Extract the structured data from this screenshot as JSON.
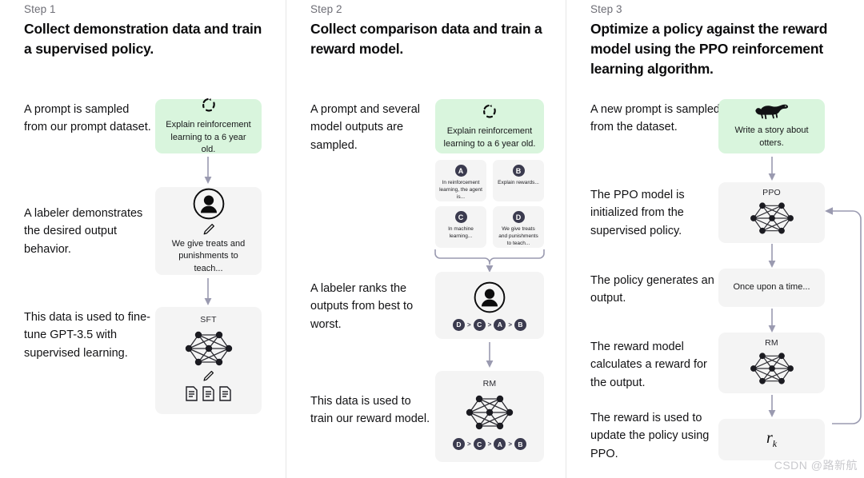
{
  "meta": {
    "watermark": "CSDN @路新航",
    "accent_green": "#d9f5dd",
    "card_gray": "#f4f4f4",
    "arrow_color": "#9a9ab0",
    "pill_color": "#3b3b4f"
  },
  "steps": [
    {
      "label": "Step 1",
      "title": "Collect demonstration data and train a supervised policy.",
      "copy": [
        "A prompt is sampled from our prompt dataset.",
        "A labeler demonstrates the desired output behavior.",
        "This data is used to fine-tune GPT-3.5 with supervised learning."
      ],
      "cards": [
        {
          "kind": "prompt",
          "icon": "refresh-cycle-icon",
          "text": "Explain reinforcement learning to a 6 year old."
        },
        {
          "kind": "labeler",
          "icon": "person-circle-icon",
          "sub_icon": "pencil-icon",
          "text": "We give treats and punishments to teach..."
        },
        {
          "kind": "model",
          "icon": "neural-network-icon",
          "title": "SFT",
          "sub_icon": "pencil-icon",
          "docs_icon": "document-stack-icon"
        }
      ]
    },
    {
      "label": "Step 2",
      "title": "Collect comparison data and train a reward model.",
      "copy": [
        "A prompt and several model outputs are sampled.",
        "A labeler ranks the outputs from best to worst.",
        "This data is used to train our reward model."
      ],
      "cards": [
        {
          "kind": "prompt",
          "icon": "refresh-cycle-icon",
          "text": "Explain reinforcement learning to a 6 year old."
        },
        {
          "kind": "labeler",
          "icon": "person-circle-icon",
          "ranking": [
            "D",
            "C",
            "A",
            "B"
          ]
        },
        {
          "kind": "model",
          "icon": "neural-network-icon",
          "title": "RM",
          "ranking": [
            "D",
            "C",
            "A",
            "B"
          ]
        }
      ],
      "outputs": [
        {
          "letter": "A",
          "text": "In reinforcement learning, the agent is..."
        },
        {
          "letter": "B",
          "text": "Explain rewards..."
        },
        {
          "letter": "C",
          "text": "In machine learning..."
        },
        {
          "letter": "D",
          "text": "We give treats and punishments to teach..."
        }
      ]
    },
    {
      "label": "Step 3",
      "title": "Optimize a policy against the reward model using the PPO reinforcement learning algorithm.",
      "copy": [
        "A new prompt is sampled from the dataset.",
        "The PPO model is initialized from the supervised policy.",
        "The policy generates an output.",
        "The reward model calculates a reward for the output.",
        "The reward is used to update the policy using PPO."
      ],
      "cards": [
        {
          "kind": "prompt",
          "icon": "otter-icon",
          "text": "Write a story about otters."
        },
        {
          "kind": "model",
          "icon": "neural-network-icon",
          "title": "PPO"
        },
        {
          "kind": "output",
          "text": "Once upon a time..."
        },
        {
          "kind": "model",
          "icon": "neural-network-icon",
          "title": "RM"
        },
        {
          "kind": "reward",
          "symbol": "r",
          "subscript": "k"
        }
      ]
    }
  ]
}
